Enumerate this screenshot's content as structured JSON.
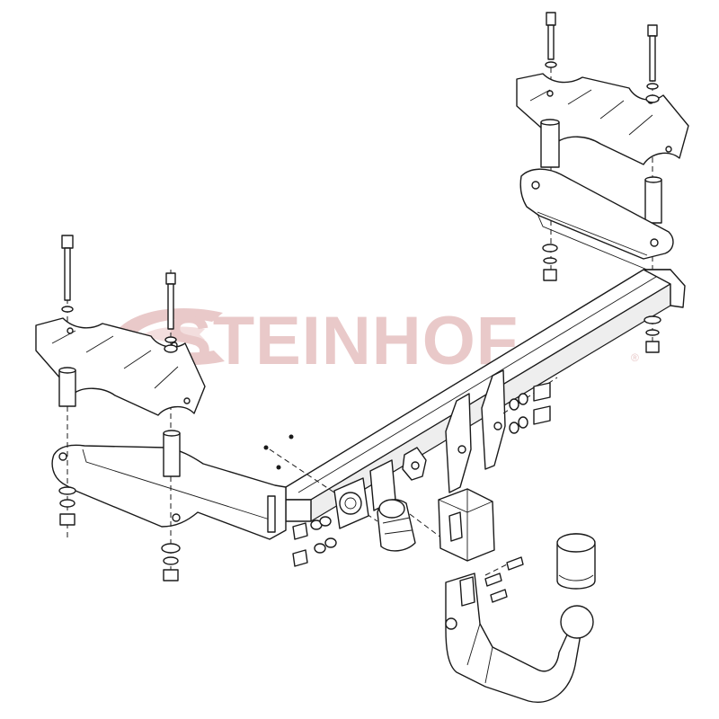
{
  "watermark": {
    "brand": "STEINHOF",
    "registered_mark": "®",
    "color": "#e9c9c9"
  },
  "diagram": {
    "line_color": "#1a1a1a",
    "background": "#ffffff",
    "parts": [
      "crossbar",
      "left-side-bracket",
      "right-side-bracket",
      "left-mounting-plate",
      "right-mounting-plate",
      "bolts",
      "spacer-tubes",
      "washers",
      "nuts",
      "socket-plate",
      "electrical-socket",
      "ball-neck-holder",
      "detachable-ball-neck",
      "tow-ball-cover"
    ]
  }
}
